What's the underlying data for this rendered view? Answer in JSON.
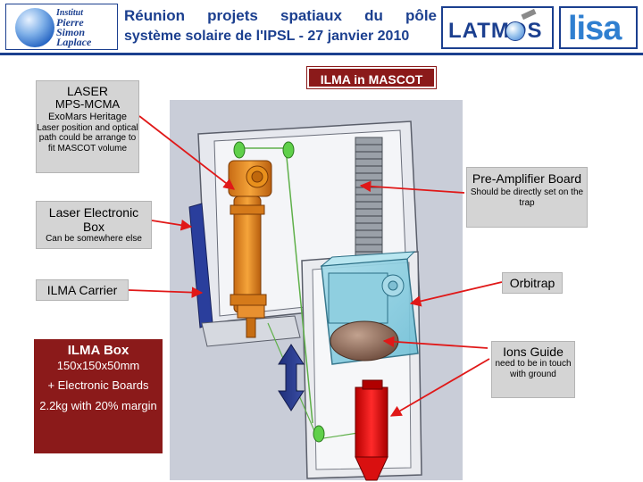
{
  "header": {
    "logo_ipsl": {
      "line1": "Institut",
      "line2": "Pierre",
      "line3": "Simon",
      "line4": "Laplace"
    },
    "title_line1": "Réunion projets spatiaux du pôle",
    "title_line2": "système solaire de l'IPSL - 27 janvier 2010",
    "logo_latmos": "LATMOS",
    "logo_lisa": "lisa"
  },
  "diagram": {
    "title": "ILMA in MASCOT",
    "labels": {
      "laser": {
        "title": "LASER",
        "subtitle": "MPS-MCMA",
        "heritage": "ExoMars Heritage",
        "note": "Laser position and optical path could be arrange to fit MASCOT volume"
      },
      "laser_electronic_box": {
        "title": "Laser Electronic Box",
        "note": "Can be somewhere else"
      },
      "ilma_carrier": {
        "title": "ILMA Carrier"
      },
      "pre_amplifier_board": {
        "title": "Pre-Amplifier Board",
        "note": "Should be directly set on the trap"
      },
      "orbitrap": {
        "title": "Orbitrap"
      },
      "ions_guide": {
        "title": "Ions Guide",
        "note": "need to be in touch with ground"
      },
      "ilma_box": {
        "title": "ILMA Box",
        "dimensions": "150x150x50mm",
        "boards": "+ Electronic Boards",
        "mass": "2.2kg with 20% margin"
      }
    }
  },
  "colors": {
    "header_blue": "#1b3f8f",
    "label_gray": "#d4d4d4",
    "accent_red": "#8b1a1a",
    "arrow_red": "#e01818"
  }
}
